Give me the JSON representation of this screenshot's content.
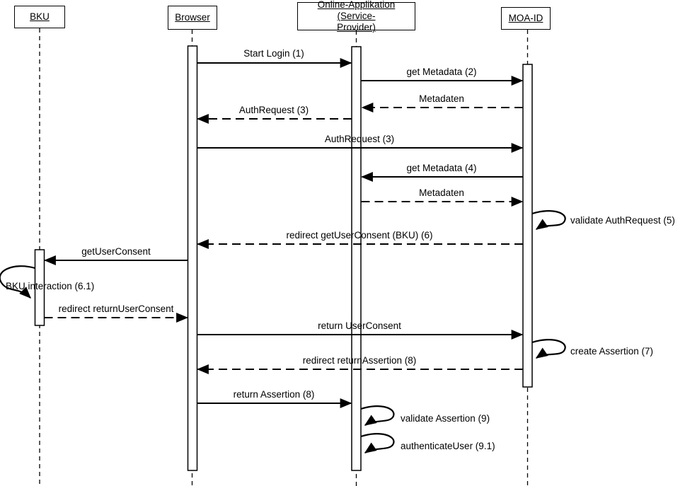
{
  "diagram_type": "uml-sequence-diagram",
  "colors": {
    "line": "#000000",
    "background": "#ffffff",
    "text": "#000000"
  },
  "actors": [
    {
      "id": "bku",
      "label": "BKU"
    },
    {
      "id": "browser",
      "label": "Browser"
    },
    {
      "id": "service-provider",
      "label": "Online-Applikation (Service-\nProvider)"
    },
    {
      "id": "moa-id",
      "label": "MOA-ID"
    }
  ],
  "messages": [
    {
      "label": "Start Login (1)",
      "from": "browser",
      "to": "service-provider",
      "line": "solid"
    },
    {
      "label": "get Metadata (2)",
      "from": "service-provider",
      "to": "moa-id",
      "line": "solid"
    },
    {
      "label": "Metadaten",
      "from": "moa-id",
      "to": "service-provider",
      "line": "dashed"
    },
    {
      "label": "AuthRequest (3)",
      "from": "service-provider",
      "to": "browser",
      "line": "dashed"
    },
    {
      "label": "AuthRequest (3)",
      "from": "browser",
      "to": "moa-id",
      "line": "solid"
    },
    {
      "label": "get Metadata (4)",
      "from": "moa-id",
      "to": "service-provider",
      "line": "solid"
    },
    {
      "label": "Metadaten",
      "from": "service-provider",
      "to": "moa-id",
      "line": "dashed"
    },
    {
      "label": "validate AuthRequest (5)",
      "from": "moa-id",
      "to": "moa-id",
      "line": "self"
    },
    {
      "label": "redirect getUserConsent (BKU) (6)",
      "from": "moa-id",
      "to": "browser",
      "line": "dashed"
    },
    {
      "label": "getUserConsent",
      "from": "browser",
      "to": "bku",
      "line": "solid"
    },
    {
      "label": "BKU interaction (6.1)",
      "from": "bku",
      "to": "bku",
      "line": "self"
    },
    {
      "label": "redirect returnUserConsent",
      "from": "bku",
      "to": "browser",
      "line": "dashed"
    },
    {
      "label": "return UserConsent",
      "from": "browser",
      "to": "moa-id",
      "line": "solid"
    },
    {
      "label": "create Assertion (7)",
      "from": "moa-id",
      "to": "moa-id",
      "line": "self"
    },
    {
      "label": "redirect returnAssertion (8)",
      "from": "moa-id",
      "to": "browser",
      "line": "dashed"
    },
    {
      "label": "return Assertion (8)",
      "from": "browser",
      "to": "service-provider",
      "line": "solid"
    },
    {
      "label": "validate Assertion (9)",
      "from": "service-provider",
      "to": "service-provider",
      "line": "self"
    },
    {
      "label": "authenticateUser (9.1)",
      "from": "service-provider",
      "to": "service-provider",
      "line": "self"
    }
  ]
}
